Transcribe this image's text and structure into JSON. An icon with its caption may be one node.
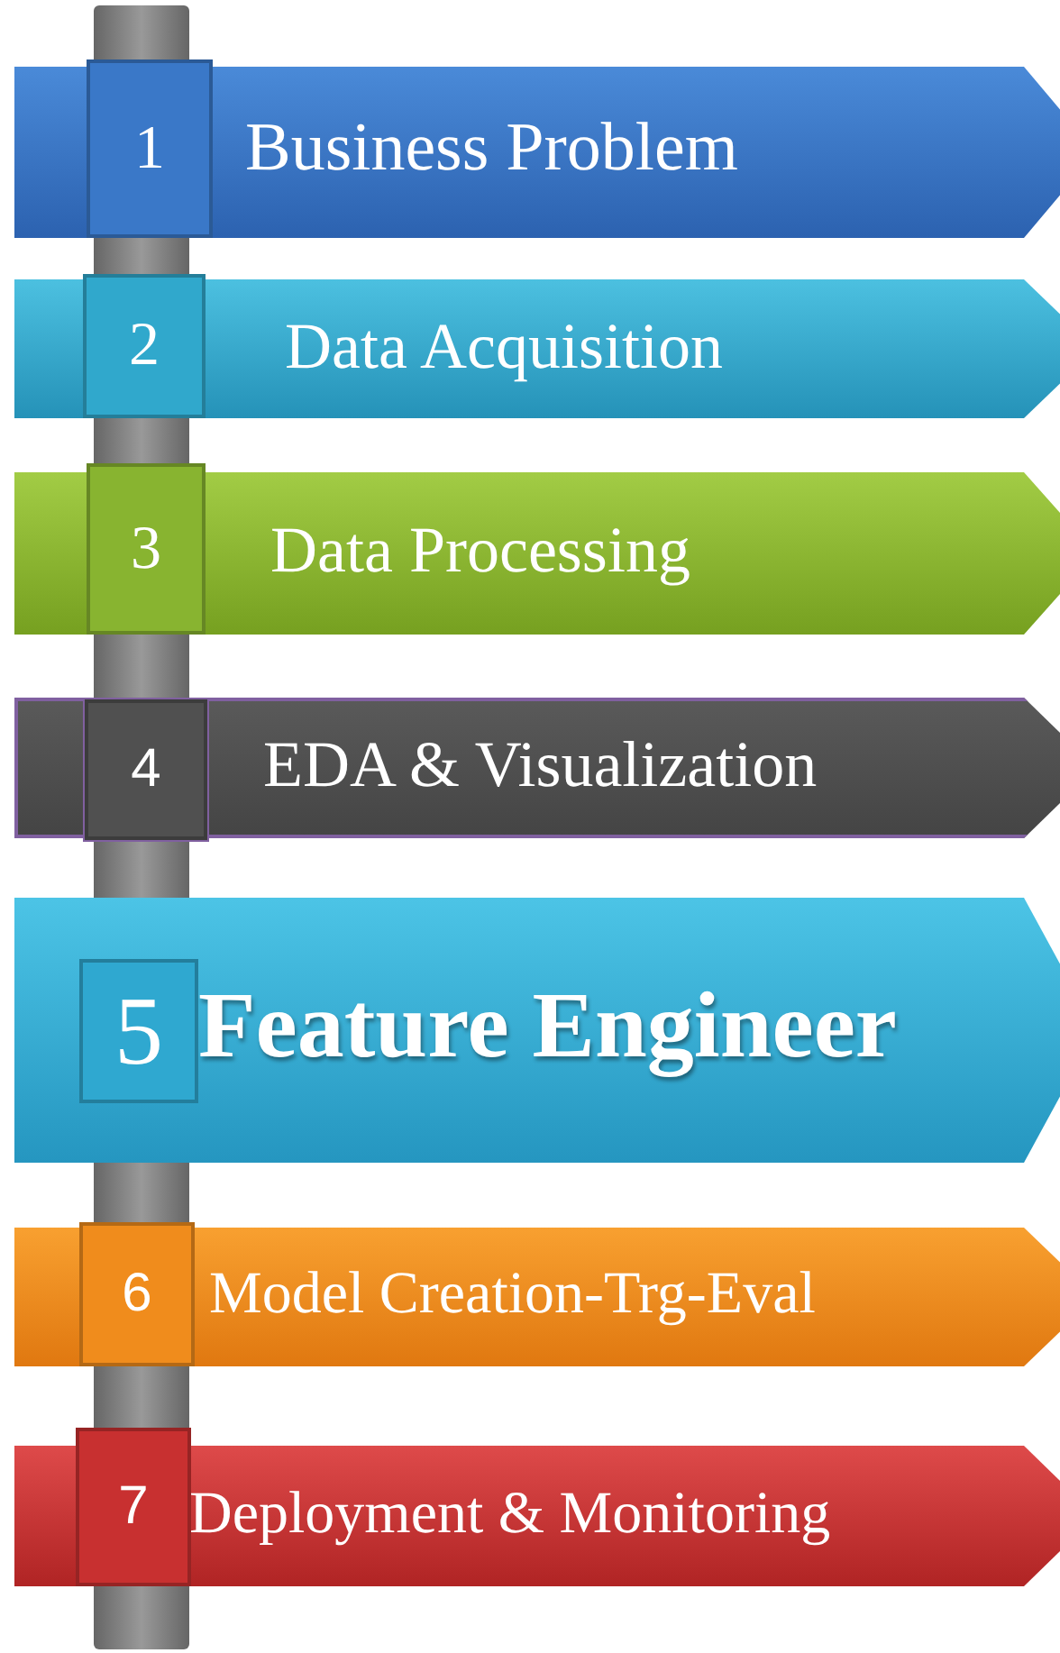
{
  "diagram": {
    "nodes": [
      {
        "text": [
          "Business Problem"
        ]
      },
      {
        "text": [
          "1"
        ],
        "in": 0
      },
      {
        "text": [
          "Data Acquisition"
        ]
      },
      {
        "text": [
          "2"
        ],
        "in": 2
      },
      {
        "text": [
          "Data Processing"
        ]
      },
      {
        "text": [
          "3"
        ],
        "in": 4
      },
      {
        "text": [
          "EDA & Visualization"
        ]
      },
      {
        "text": [
          "4"
        ],
        "in": 6
      },
      {
        "text": [
          "Feature Engineer"
        ]
      },
      {
        "text": [
          "5"
        ],
        "in": 8
      },
      {
        "text": [
          "Model Creation-Trg-Eval"
        ]
      },
      {
        "text": [
          "6"
        ],
        "in": 10
      },
      {
        "text": [
          "Deployment & Monitoring"
        ]
      },
      {
        "text": [
          "7"
        ],
        "in": 12
      }
    ],
    "edges": []
  }
}
